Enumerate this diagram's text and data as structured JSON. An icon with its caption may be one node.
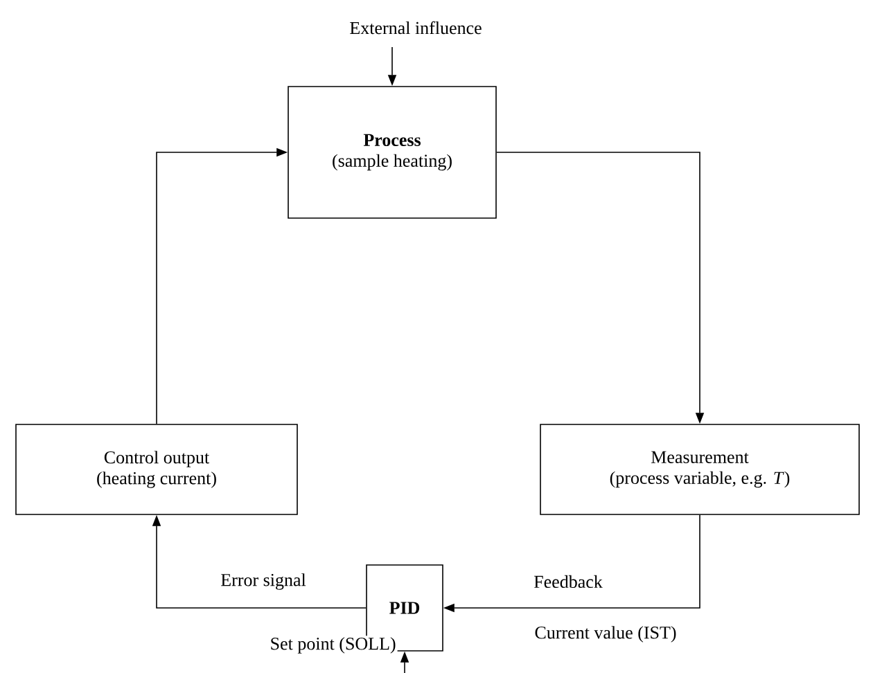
{
  "diagram": {
    "nodes": [
      {
        "text": [
          "Process",
          "(sample heating)"
        ]
      },
      {
        "text": [
          "Measurement",
          "(process variable, e.g. *T*)"
        ]
      },
      {
        "text": [
          "Control output",
          "(heating current)"
        ]
      },
      {
        "text": [
          "PID"
        ]
      }
    ],
    "edges": [
      {
        "from": null,
        "to": 0,
        "arrow": "to",
        "label": "External influence"
      },
      {
        "from": 0,
        "to": 1,
        "arrow": "to"
      },
      {
        "from": 1,
        "to": 3,
        "arrow": "to",
        "label": "Feedback"
      },
      {
        "from": 3,
        "to": 2,
        "arrow": "to",
        "label": "Error signal"
      },
      {
        "from": 2,
        "to": 0,
        "arrow": "to"
      },
      {
        "from": null,
        "to": 3,
        "arrow": "to",
        "label": "Set point (SOLL)"
      }
    ],
    "labels": [
      "Current value (IST)"
    ]
  }
}
